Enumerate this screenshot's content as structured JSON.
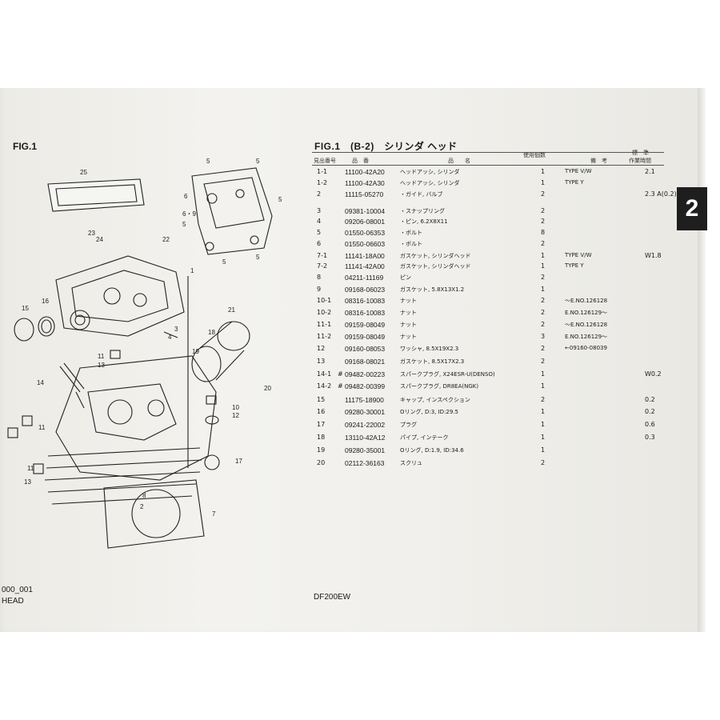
{
  "document": {
    "left_page": {
      "fig_label": "FIG.1",
      "footer_code": "000_001",
      "footer_title": "HEAD"
    },
    "right_page": {
      "title": "FIG.1　(B-2)　シリンダ ヘッド",
      "tab_number": "2",
      "footer_model": "DF200EW",
      "headers": {
        "ref_no": "見出番号",
        "part_no": "品　番",
        "description": "品　　名",
        "qty": "使用個数",
        "remarks": "備　考",
        "std": "標　準",
        "time": "作業時間"
      }
    },
    "diagram_callouts": [
      "25",
      "5",
      "5",
      "5",
      "5",
      "6",
      "6・9",
      "5",
      "5",
      "23",
      "24",
      "22",
      "1",
      "15",
      "16",
      "3",
      "4",
      "18",
      "21",
      "11",
      "13",
      "19",
      "14",
      "20",
      "10",
      "12",
      "11",
      "17",
      "11",
      "13",
      "8",
      "2",
      "7"
    ]
  },
  "parts": [
    {
      "ref": "1-1",
      "mark": "",
      "part_no": "11100-42A20",
      "desc": "ヘッドアッシ, シリンダ",
      "qty": "1",
      "remarks": "TYPE V/W",
      "time": "2.1"
    },
    {
      "ref": "1-2",
      "mark": "",
      "part_no": "11100-42A30",
      "desc": "ヘッドアッシ, シリンダ",
      "qty": "1",
      "remarks": "TYPE Y",
      "time": ""
    },
    {
      "ref": "2",
      "mark": "",
      "part_no": "11115-05270",
      "desc": "・ガイド, バルブ",
      "qty": "2",
      "remarks": "",
      "time": "2.3 A(0.2)"
    },
    {
      "ref": "3",
      "mark": "",
      "part_no": "09381-10004",
      "desc": "・スナップリング",
      "qty": "2",
      "remarks": "",
      "time": ""
    },
    {
      "ref": "4",
      "mark": "",
      "part_no": "09206-08001",
      "desc": "・ピン, 6.2X8X11",
      "qty": "2",
      "remarks": "",
      "time": ""
    },
    {
      "ref": "5",
      "mark": "",
      "part_no": "01550-06353",
      "desc": "・ボルト",
      "qty": "8",
      "remarks": "",
      "time": ""
    },
    {
      "ref": "6",
      "mark": "",
      "part_no": "01550-06603",
      "desc": "・ボルト",
      "qty": "2",
      "remarks": "",
      "time": ""
    },
    {
      "ref": "7-1",
      "mark": "",
      "part_no": "11141-18A00",
      "desc": "ガスケット, シリンダヘッド",
      "qty": "1",
      "remarks": "TYPE V/W",
      "time": "W1.8"
    },
    {
      "ref": "7-2",
      "mark": "",
      "part_no": "11141-42A00",
      "desc": "ガスケット, シリンダヘッド",
      "qty": "1",
      "remarks": "TYPE Y",
      "time": ""
    },
    {
      "ref": "8",
      "mark": "",
      "part_no": "04211-11169",
      "desc": "ピン",
      "qty": "2",
      "remarks": "",
      "time": ""
    },
    {
      "ref": "9",
      "mark": "",
      "part_no": "09168-06023",
      "desc": "ガスケット, 5.8X13X1.2",
      "qty": "1",
      "remarks": "",
      "time": ""
    },
    {
      "ref": "10-1",
      "mark": "",
      "part_no": "08316-10083",
      "desc": "ナット",
      "qty": "2",
      "remarks": "～E.NO.126128",
      "time": ""
    },
    {
      "ref": "10-2",
      "mark": "",
      "part_no": "08316-10083",
      "desc": "ナット",
      "qty": "2",
      "remarks": "E.NO.126129～",
      "time": ""
    },
    {
      "ref": "11-1",
      "mark": "",
      "part_no": "09159-08049",
      "desc": "ナット",
      "qty": "2",
      "remarks": "～E.NO.126128",
      "time": ""
    },
    {
      "ref": "11-2",
      "mark": "",
      "part_no": "09159-08049",
      "desc": "ナット",
      "qty": "3",
      "remarks": "E.NO.126129～",
      "time": ""
    },
    {
      "ref": "12",
      "mark": "",
      "part_no": "09160-08053",
      "desc": "ワッシャ, 8.5X19X2.3",
      "qty": "2",
      "remarks": "←09160-08039",
      "time": ""
    },
    {
      "ref": "13",
      "mark": "",
      "part_no": "09168-08021",
      "desc": "ガスケット, 8.5X17X2.3",
      "qty": "2",
      "remarks": "",
      "time": ""
    },
    {
      "ref": "14-1",
      "mark": "#",
      "part_no": "09482-00223",
      "desc": "スパークプラグ, X24ESR-U(DENSO)",
      "qty": "1",
      "remarks": "",
      "time": "W0.2"
    },
    {
      "ref": "14-2",
      "mark": "#",
      "part_no": "09482-00399",
      "desc": "スパークプラグ, DR8EA(NGK)",
      "qty": "1",
      "remarks": "",
      "time": ""
    },
    {
      "ref": "15",
      "mark": "",
      "part_no": "11175-18900",
      "desc": "キャップ, インスペクション",
      "qty": "2",
      "remarks": "",
      "time": "0.2"
    },
    {
      "ref": "16",
      "mark": "",
      "part_no": "09280-30001",
      "desc": "Oリング, D:3, ID:29.5",
      "qty": "1",
      "remarks": "",
      "time": "0.2"
    },
    {
      "ref": "17",
      "mark": "",
      "part_no": "09241-22002",
      "desc": "プラグ",
      "qty": "1",
      "remarks": "",
      "time": "0.6"
    },
    {
      "ref": "18",
      "mark": "",
      "part_no": "13110-42A12",
      "desc": "パイプ, インテーク",
      "qty": "1",
      "remarks": "",
      "time": "0.3"
    },
    {
      "ref": "19",
      "mark": "",
      "part_no": "09280-35001",
      "desc": "Oリング, D:1.9, ID:34.6",
      "qty": "1",
      "remarks": "",
      "time": ""
    },
    {
      "ref": "20",
      "mark": "",
      "part_no": "02112-36163",
      "desc": "スクリュ",
      "qty": "2",
      "remarks": "",
      "time": ""
    }
  ]
}
